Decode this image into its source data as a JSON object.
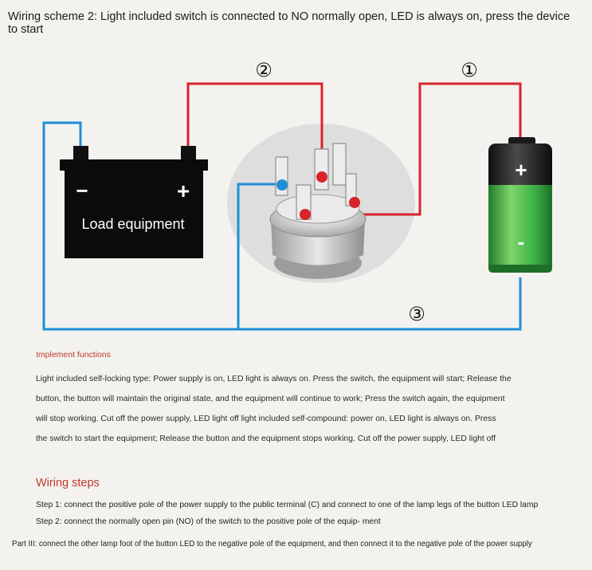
{
  "header": {
    "title": "Wiring scheme 2: Light included switch is connected to NO normally open, LED is always on, press the device to start"
  },
  "diagram": {
    "load_label": "Load equipment",
    "load_minus": "−",
    "load_plus": "+",
    "battery_plus": "+",
    "battery_minus": "-",
    "marker_1": "①",
    "marker_2": "②",
    "marker_3": "③",
    "colors": {
      "positive_wire": "#d9232b",
      "negative_wire": "#1e8fd6",
      "battery_green": "#39b34a"
    }
  },
  "implement": {
    "title": "Implement functions",
    "lines": [
      "Light included self-locking type: Power supply is on, LED light is always on. Press the switch, the equipment will start; Release the",
      "button, the button will maintain the original state, and the equipment will continue to work; Press the switch again, the equipment",
      "will stop working. Cut off the power supply, LED light off light included self-compound: power on, LED light is always on. Press",
      "the switch to start the equipment; Release the button and the equipment stops working. Cut off the power supply, LED light off"
    ]
  },
  "steps": {
    "title": "Wiring steps",
    "step1": "Step 1: connect the positive pole of the power supply to the public terminal (C) and connect to one of the lamp legs of the button LED lamp",
    "step2": "Step 2: connect the normally open pin (NO) of the switch to the positive pole of the equip- ment",
    "step3": "Part III: connect the other lamp foot of the button LED to the negative pole of the equipment, and then connect it to the negative pole of the power supply"
  }
}
